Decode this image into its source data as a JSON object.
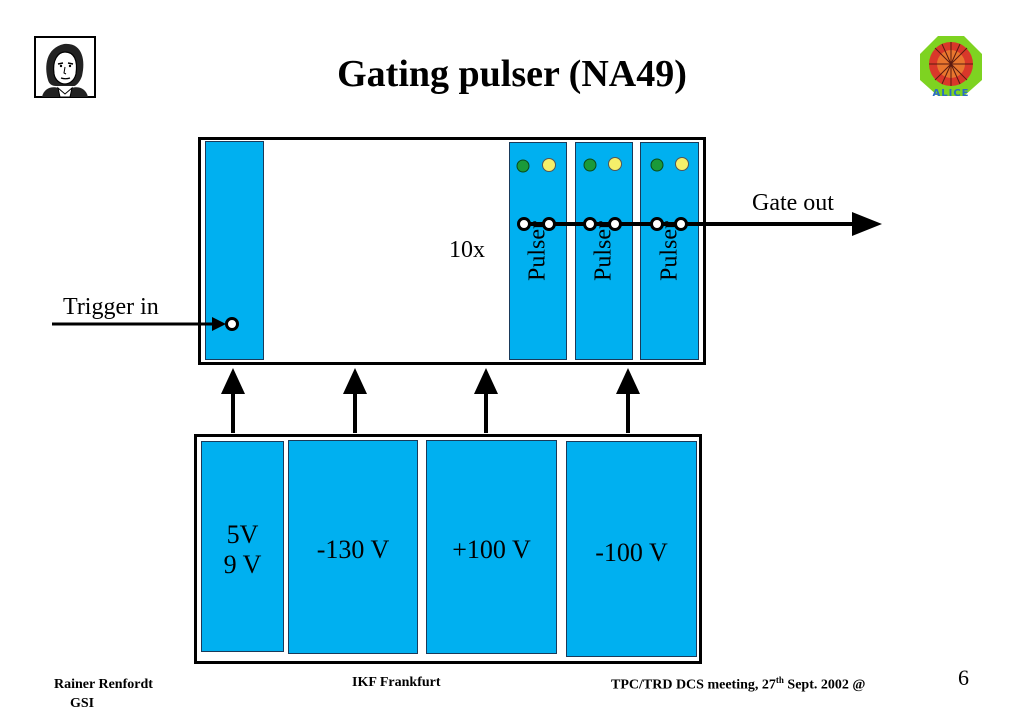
{
  "title": "Gating pulser (NA49)",
  "module": {
    "multiplier": "10x",
    "pulser_labels": [
      "Pulser",
      "Pulser",
      "Pulser"
    ],
    "trigger_label": "Trigger in",
    "gate_label": "Gate out"
  },
  "power_supply": {
    "units": [
      {
        "line1": "5V",
        "line2": "9 V"
      },
      {
        "line1": "-130 V"
      },
      {
        "line1": "+100 V"
      },
      {
        "line1": "-100 V"
      }
    ]
  },
  "footer": {
    "author_line1": "Rainer Renfordt",
    "author_line2": "GSI",
    "institute": "IKF  Frankfurt",
    "meeting_pre": "TPC/TRD DCS meeting, 27",
    "meeting_sup": "th",
    "meeting_post": " Sept. 2002 @",
    "page_number": "6"
  },
  "colors": {
    "module_blue": "#00b0f0",
    "led_green": "#1a9a3a",
    "led_yellow": "#f5f06a"
  },
  "icons": {
    "left_logo": "goethe-portrait-icon",
    "right_logo": "alice-logo-icon"
  }
}
